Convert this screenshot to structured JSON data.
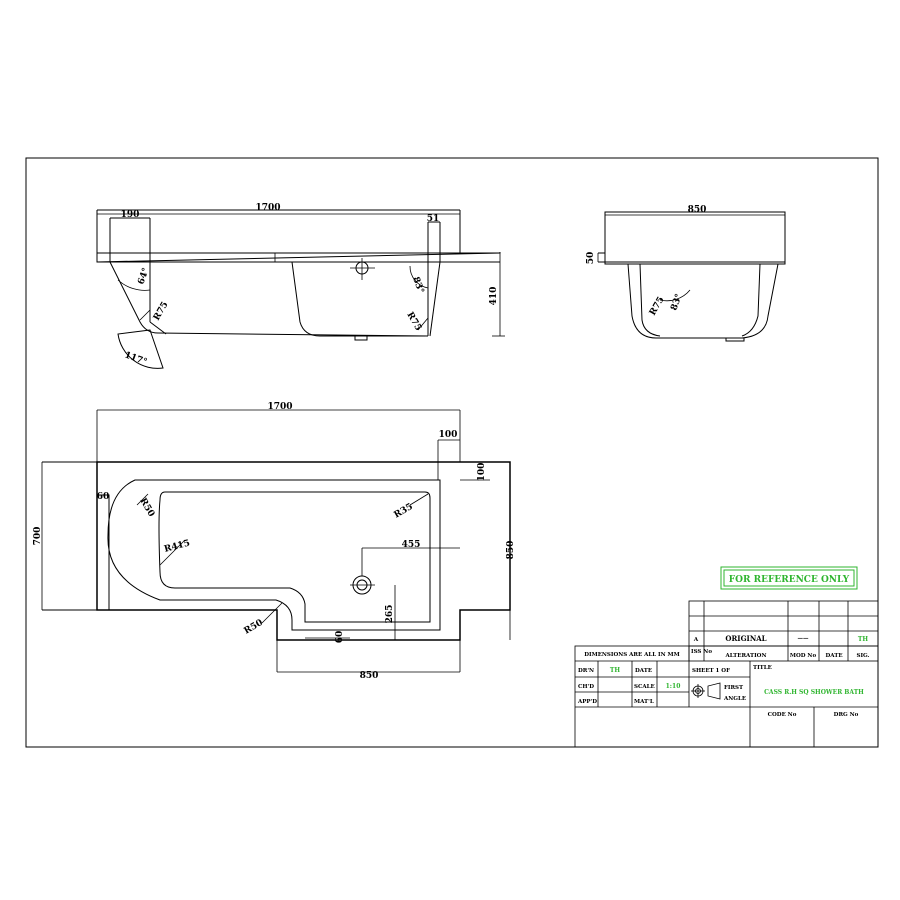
{
  "dimensions": {
    "side_length": "1700",
    "side_left_rim": "190",
    "side_right_rim": "51",
    "side_height": "410",
    "side_angle_left": "64°",
    "side_angle_left_lower": "117°",
    "side_angle_right": "83°",
    "side_radius_left": "R75",
    "side_radius_right": "R75",
    "end_width": "850",
    "end_rim": "50",
    "end_radius": "R75",
    "end_angle": "83°",
    "plan_length": "1700",
    "plan_top_offset": "100",
    "plan_right_offset": "100",
    "plan_left_rim": "60",
    "plan_bottom_rim": "60",
    "plan_width_narrow": "700",
    "plan_width_wide": "850",
    "plan_bottom_width": "850",
    "plan_r50_top": "R50",
    "plan_r50_bottom": "R50",
    "plan_r35": "R35",
    "plan_r415": "R415",
    "plan_waste_x": "455",
    "plan_waste_y": "265"
  },
  "stamp": "FOR REFERENCE ONLY",
  "title_block": {
    "rev_letter": "A",
    "rev_alteration": "ORIGINAL",
    "rev_mod": "——",
    "rev_sig": "TH",
    "iss_no": "ISS No",
    "alteration": "ALTERATION",
    "mod_no": "MOD No",
    "date": "DATE",
    "sig": "SIG.",
    "dims_note": "DIMENSIONS ARE ALL IN MM",
    "drn_label": "DR'N",
    "drn_value": "TH",
    "date_label": "DATE",
    "sheet": "SHEET 1 OF",
    "title_label": "TITLE",
    "chd_label": "CH'D",
    "scale_label": "SCALE",
    "scale_value": "1:10",
    "first": "FIRST",
    "angle": "ANGLE",
    "title_value": "CASS  R.H SQ SHOWER BATH",
    "appd_label": "APP'D",
    "matl_label": "MAT'L",
    "code_no": "CODE No",
    "drg_no": "DRG No"
  }
}
